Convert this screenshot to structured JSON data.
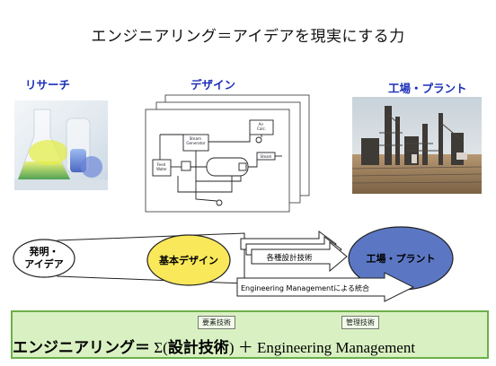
{
  "title": "エンジニアリング＝アイデアを現実にする力",
  "columns": {
    "research": "リサーチ",
    "design": "デザイン",
    "plant": "工場・プラント"
  },
  "pid": {
    "steam_generator": "Steam\nGenerator",
    "air_calc": "Air\nCalc.",
    "feed_water": "Feed\nWater",
    "steam": "Steam"
  },
  "flow": {
    "invention": "発明・\nアイデア",
    "basic_design": "基本デザイン",
    "plant": "工場・プラント",
    "tech_arrow": "各種設計技術",
    "mgmt_arrow": "Engineering Managementによる統合"
  },
  "formula": {
    "tag_elements": "要素技術",
    "tag_mgmt": "管理技術",
    "lhs": "エンジニアリング＝",
    "sigma": " Σ(",
    "design_tech": "設計技術",
    "close_plus": ") ＋ ",
    "em": "Engineering Management"
  },
  "colors": {
    "heading_blue": "#1b2fb8",
    "ellipse_blue": "#5b77c4",
    "ellipse_yellow": "#f8e85a",
    "formula_green": "#d9f1c2"
  }
}
